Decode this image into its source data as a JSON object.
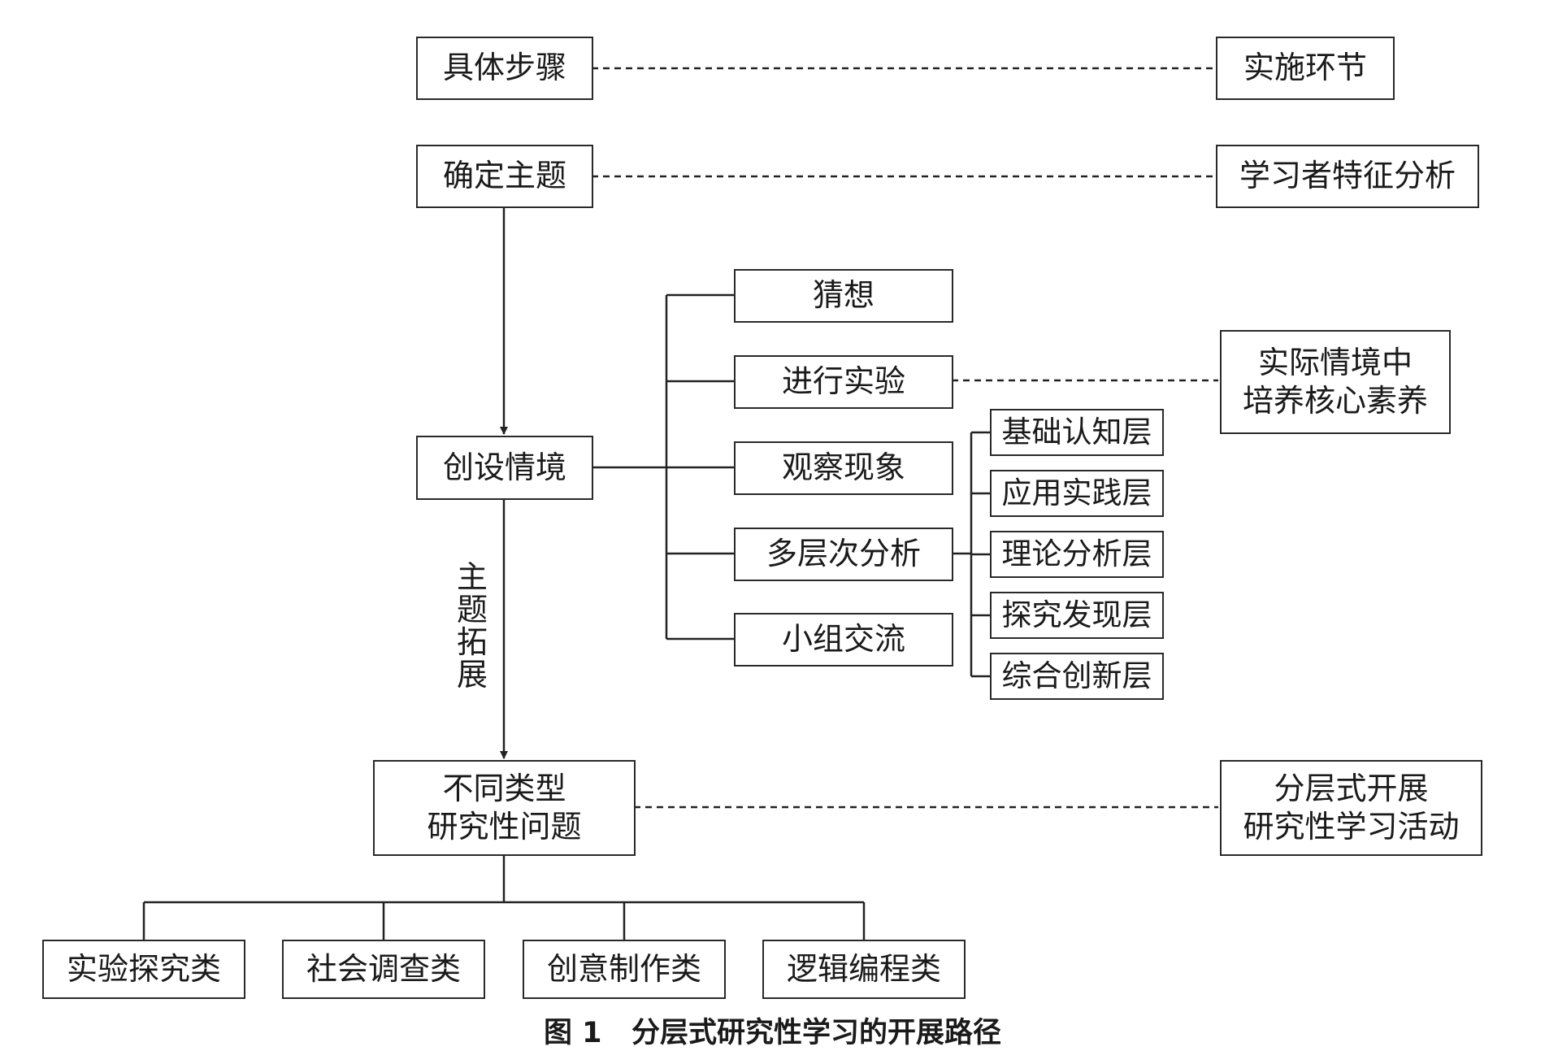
{
  "steps": {
    "header": "具体步骤",
    "define_topic": "确定主题",
    "create_situation": "创设情境",
    "problems_line1": "不同类型",
    "problems_line2": "研究性问题"
  },
  "stages": {
    "header": "实施环节",
    "learner_analysis": "学习者特征分析",
    "context_line1": "实际情境中",
    "context_line2": "培养核心素养",
    "layered_line1": "分层式开展",
    "layered_line2": "研究性学习活动"
  },
  "activities": [
    "猜想",
    "进行实验",
    "观察现象",
    "多层次分析",
    "小组交流"
  ],
  "analysis_levels": [
    "基础认知层",
    "应用实践层",
    "理论分析层",
    "探究发现层",
    "综合创新层"
  ],
  "expansion_label": [
    "主",
    "题",
    "拓",
    "展"
  ],
  "problem_types": [
    "实验探究类",
    "社会调查类",
    "创意制作类",
    "逻辑编程类"
  ],
  "caption": {
    "figure_no": "图 1",
    "title": "分层式研究性学习的开展路径"
  }
}
